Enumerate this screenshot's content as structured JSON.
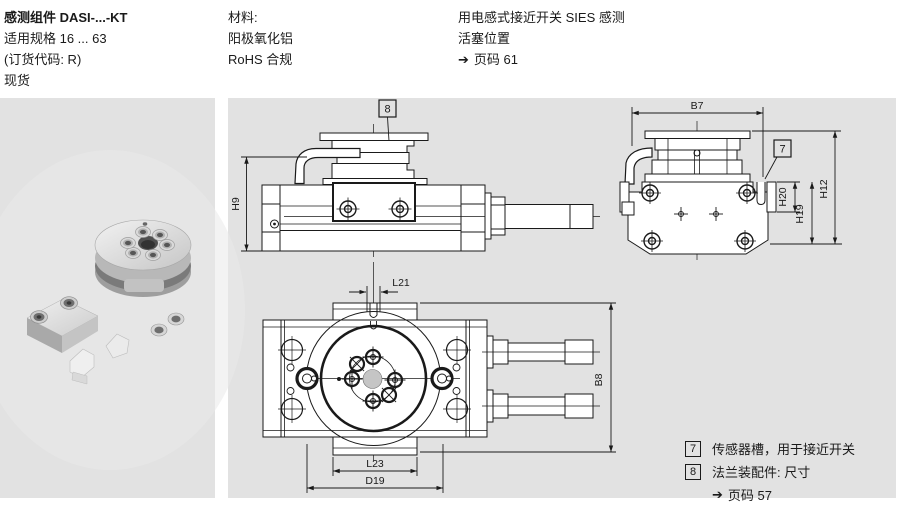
{
  "header": {
    "title": "感测组件 DASI-...-KT",
    "spec": "适用规格 16 ... 63",
    "order_code": "(订货代码: R)",
    "availability": "现货",
    "material": {
      "label": "材料:",
      "item1": "阳极氧化铝",
      "item2": "RoHS 合规"
    },
    "sensing": {
      "line1": "用电感式接近开关 SIES 感测",
      "line2": "活塞位置",
      "arrow": "➔",
      "page_ref": "页码 61"
    }
  },
  "drawing": {
    "callout_flange": "8",
    "callout_sensor": "7",
    "dims": {
      "h9": "H9",
      "b7": "B7",
      "h20": "H20",
      "h19": "H19",
      "h12": "H12",
      "l21": "L21",
      "l23": "L23",
      "d19": "D19",
      "b8": "B8"
    }
  },
  "legend": {
    "item1": {
      "ref": "7",
      "text": "传感器槽，用于接近开关"
    },
    "item2": {
      "ref": "8",
      "text": "法兰装配件: 尺寸"
    },
    "arrow": "➔",
    "page_ref": "页码 57"
  },
  "colors": {
    "panel_bg": "#e2e2e2",
    "line": "#1a1a1a"
  }
}
